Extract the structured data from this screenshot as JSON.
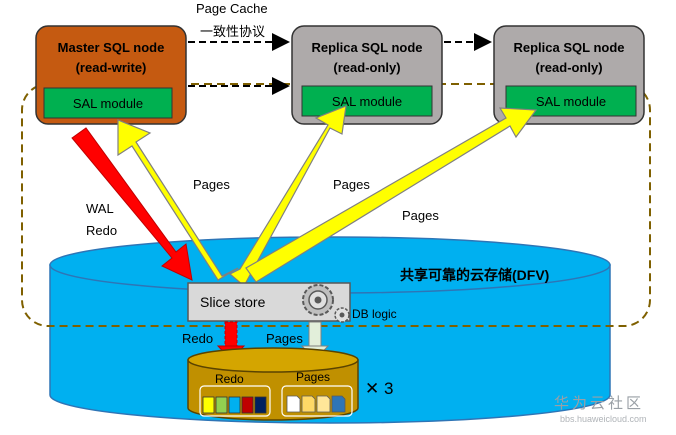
{
  "cache_protocol": {
    "line1": "Page   Cache",
    "line2": "一致性协议"
  },
  "master_node": {
    "title": "Master SQL node",
    "mode": "(read-write)",
    "module": "SAL module"
  },
  "replica_nodes": [
    {
      "title": "Replica SQL node",
      "mode": "(read-only)",
      "module": "SAL module"
    },
    {
      "title": "Replica SQL node",
      "mode": "(read-only)",
      "module": "SAL module"
    }
  ],
  "arrow_labels": {
    "wal": "WAL",
    "redo": "Redo",
    "pages_1": "Pages",
    "pages_2": "Pages",
    "pages_3": "Pages",
    "redo_down": "Redo",
    "pages_down": "Pages"
  },
  "storage": {
    "title": "共享可靠的云存储(DFV)",
    "slice_store": "Slice store",
    "db_logic": "DB logic",
    "disk_redo": "Redo",
    "disk_pages": "Pages",
    "replication": "✕ 3"
  },
  "watermark": {
    "main": "华为云社区",
    "sub": "bbs.huaweicloud.com"
  },
  "colors": {
    "master": "#c55a11",
    "replica": "#aeaaaa",
    "sal_module": "#00b050",
    "cylinder": "#00b0f0",
    "disk": "#c09000",
    "wal_arrow": "#ff0000",
    "pages_arrow": "#ffff00",
    "dashed_region": "#7f6000"
  }
}
